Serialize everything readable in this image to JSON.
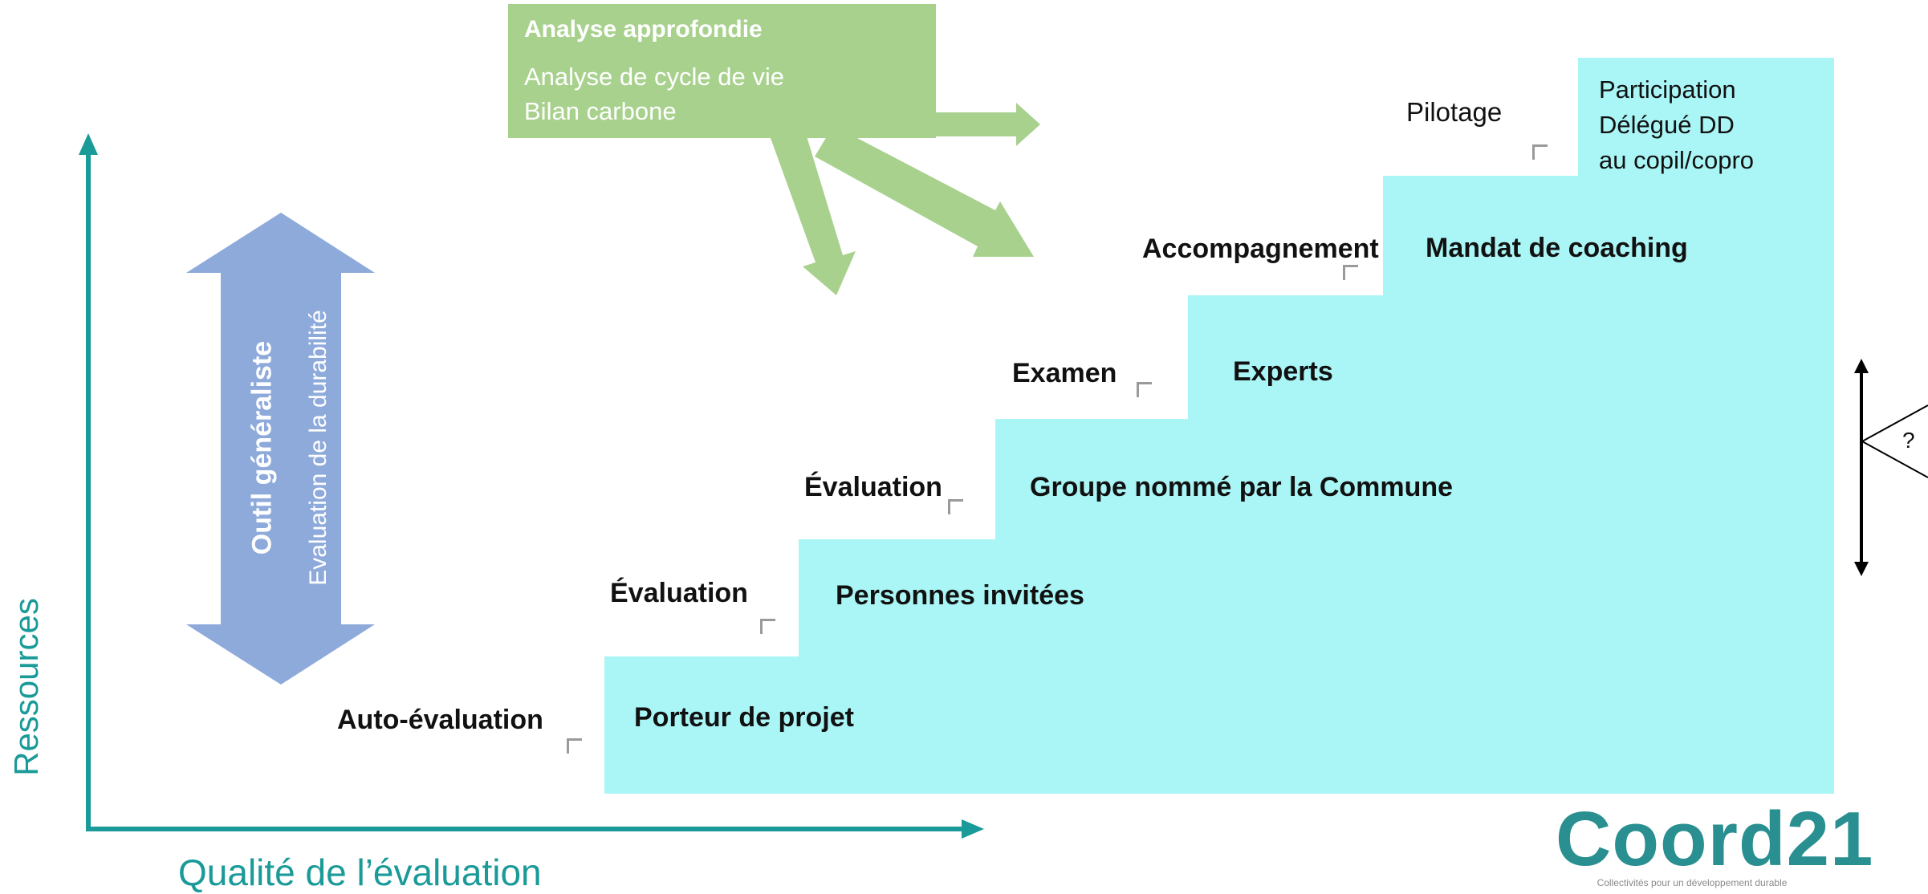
{
  "axes": {
    "y_label": "Ressources",
    "x_label": "Qualité de l’évaluation",
    "color": "#1a9a98"
  },
  "tool_arrow": {
    "title": "Outil  généraliste",
    "subtitle": "Evaluation de la durabilité",
    "color": "#8eaadb"
  },
  "deep_analysis": {
    "title": "Analyse approfondie",
    "lines": [
      "Analyse de cycle de vie",
      "Bilan carbone"
    ],
    "color": "#a9d18e"
  },
  "staircase": {
    "color": "#aaf5f5",
    "steps": [
      {
        "stage": "Auto-évaluation",
        "actor": "Porteur de projet"
      },
      {
        "stage": "Évaluation",
        "actor": "Personnes invitées"
      },
      {
        "stage": "Évaluation",
        "actor": "Groupe nommé par la Commune"
      },
      {
        "stage": "Examen",
        "actor": "Experts"
      },
      {
        "stage": "Accompagnement",
        "actor": "Mandat de coaching"
      },
      {
        "stage": "Pilotage",
        "actor_lines": [
          "Participation",
          "Délégué DD",
          "au copil/copro"
        ]
      }
    ]
  },
  "right_marker": {
    "label": "?"
  },
  "logo": {
    "name": "Coord21",
    "tagline": "Collectivités pour un développement durable"
  }
}
